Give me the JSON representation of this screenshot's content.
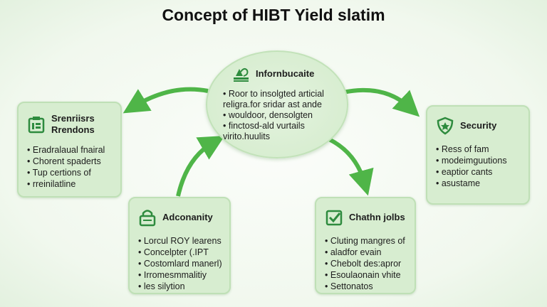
{
  "title": "Concept of HIBT Yield slatim",
  "center": {
    "heading": "Infornbucaite",
    "icon": "leaf-book-icon",
    "lines": [
      "• Roor to insolgted articial",
      "religra.for sridar ast ande",
      "• wouldoor, densolgten",
      "• finctosd-ald vurtails",
      "virito.huulits"
    ]
  },
  "boxes": [
    {
      "heading": "Srenriisrs Rrendons",
      "icon": "document-icon",
      "items": [
        "Eradralaual fnairal",
        "Chorent spaderts",
        "Tup certions of",
        "rreinilatline"
      ]
    },
    {
      "heading": "Security",
      "icon": "shield-icon",
      "items": [
        "Ress of fam",
        "modeimguutions",
        "eaptior cants",
        "asustame"
      ]
    },
    {
      "heading": "Adconanity",
      "icon": "lock-icon",
      "items": [
        "Lorcul ROY learens",
        "Concelpter (.IPT",
        "Costomlard manerl)",
        "Irromesmmalitiy",
        "les silytion"
      ]
    },
    {
      "heading": "Chathn jolbs",
      "icon": "checkbox-icon",
      "items": [
        "Cluting mangres of",
        "aladfor evain",
        "Chebolt des:apror",
        "Esoulaonain vhite",
        "Settonatos"
      ]
    }
  ],
  "colors": {
    "arrow": "#4fb548",
    "icon": "#2e8b3e",
    "box": "#d7edd0"
  }
}
